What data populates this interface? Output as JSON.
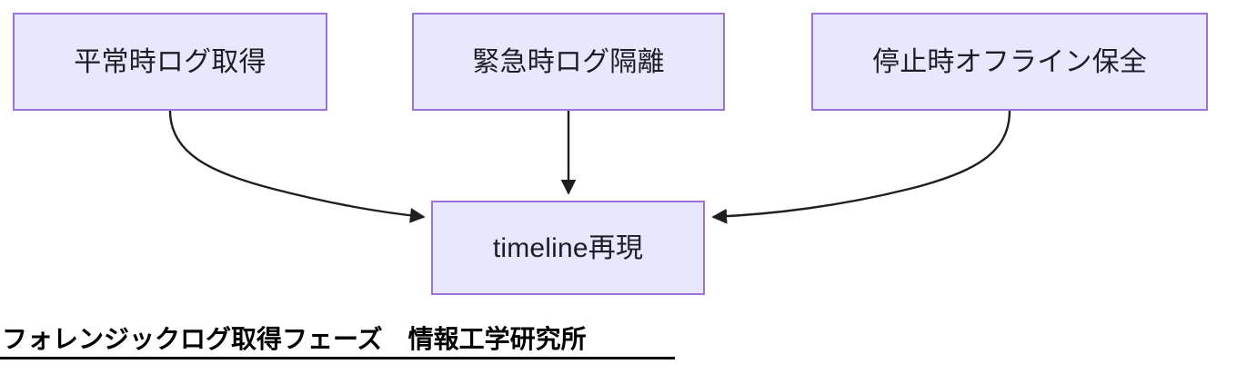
{
  "diagram": {
    "type": "flowchart",
    "direction": "top-to-bottom",
    "background_color": "#ffffff",
    "node_fill_color": "#e8e7fb",
    "node_border_color": "#9a73dd",
    "edge_color": "#1f1f1f",
    "text_color": "#1d1d27",
    "nodes": [
      {
        "id": "normal",
        "label": "平常時ログ取得"
      },
      {
        "id": "incident",
        "label": "緊急時ログ隔離"
      },
      {
        "id": "offline",
        "label": "停止時オフライン保全"
      },
      {
        "id": "timeline",
        "label": "timeline再現"
      }
    ],
    "edges": [
      {
        "from": "normal",
        "to": "timeline",
        "label": "",
        "style": "curved-arrow"
      },
      {
        "from": "incident",
        "to": "timeline",
        "label": "",
        "style": "straight-arrow"
      },
      {
        "from": "offline",
        "to": "timeline",
        "label": "",
        "style": "curved-arrow"
      }
    ]
  },
  "caption": {
    "text": "フォレンジックログ取得フェーズ　情報工学研究所",
    "color": "#000000",
    "underline": true
  }
}
